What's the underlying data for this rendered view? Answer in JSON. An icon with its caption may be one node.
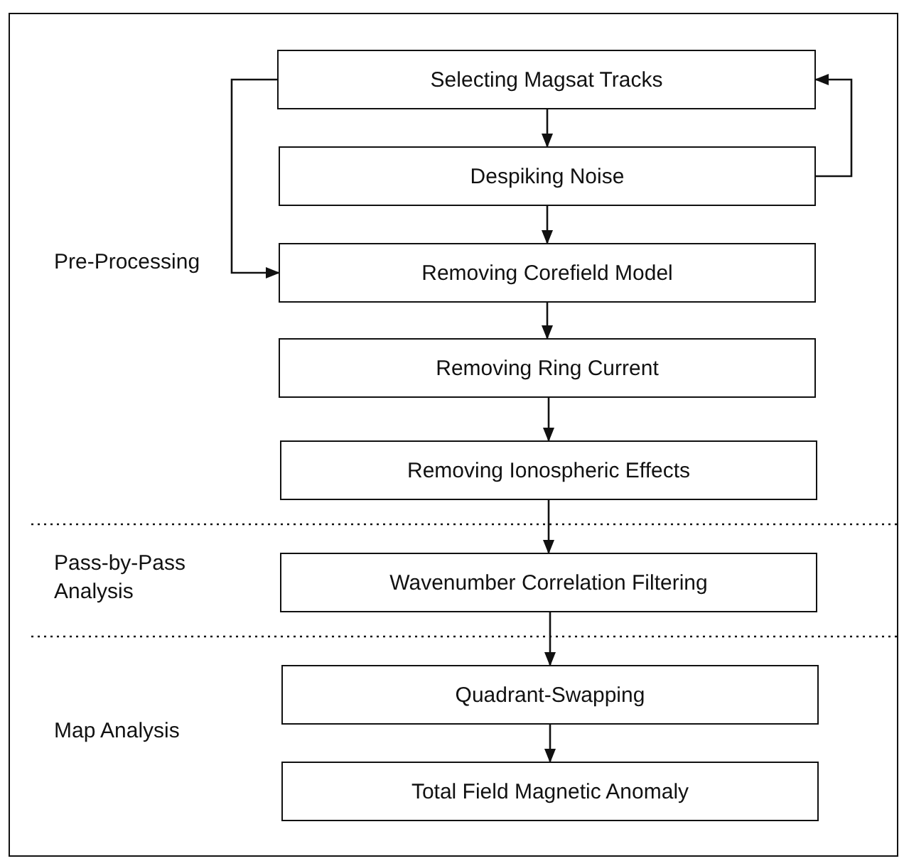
{
  "diagram": {
    "nodes": [
      {
        "text": [
          "Selecting Magsat Tracks"
        ]
      },
      {
        "text": [
          "Despiking Noise"
        ]
      },
      {
        "text": [
          "Removing Corefield Model"
        ]
      },
      {
        "text": [
          "Removing Ring Current"
        ]
      },
      {
        "text": [
          "Removing Ionospheric Effects"
        ]
      },
      {
        "text": [
          "Wavenumber Correlation Filtering"
        ]
      },
      {
        "text": [
          "Quadrant-Swapping"
        ]
      },
      {
        "text": [
          "Total Field Magnetic Anomaly"
        ]
      }
    ],
    "edges": [
      {
        "from": 0,
        "to": 1,
        "arrow": "to"
      },
      {
        "from": 1,
        "to": 2,
        "arrow": "to"
      },
      {
        "from": 0,
        "to": 2,
        "arrow": "to"
      },
      {
        "from": 1,
        "to": 0,
        "arrow": "to"
      },
      {
        "from": 2,
        "to": 3,
        "arrow": "to"
      },
      {
        "from": 3,
        "to": 4,
        "arrow": "to"
      },
      {
        "from": 4,
        "to": 5,
        "arrow": "to"
      },
      {
        "from": 5,
        "to": 6,
        "arrow": "to"
      },
      {
        "from": 6,
        "to": 7,
        "arrow": "to"
      }
    ],
    "labels": [
      "Pre-Processing",
      "Pass-by-Pass Analysis",
      "Map Analysis"
    ]
  }
}
